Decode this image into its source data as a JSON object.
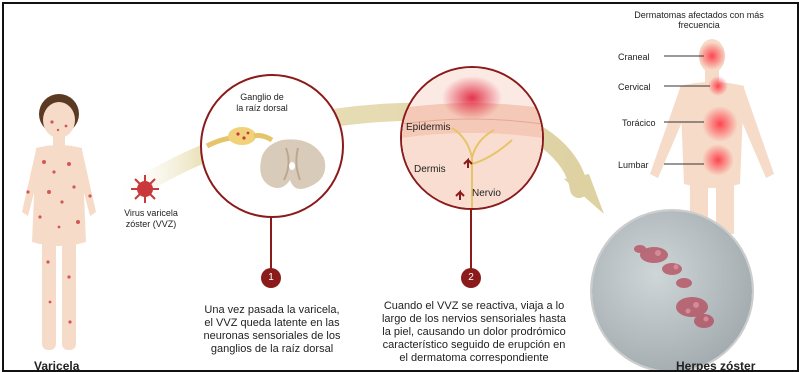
{
  "labels": {
    "ganglion": "Ganglio de\nla raíz dorsal",
    "virus": "Virus varicela\nzóster (VVZ)",
    "epidermis": "Epidermis",
    "dermis": "Dermis",
    "nerve": "Nervio",
    "dermatome_title": "Dermatomas afectados con más\nfrecuencia",
    "cranial": "Craneal",
    "cervical": "Cervical",
    "thoracic": "Torácico",
    "lumbar": "Lumbar",
    "varicela_title": "Varicela",
    "herpes_title": "Herpes zóster"
  },
  "steps": [
    {
      "number": "1",
      "text": "Una vez pasada la varicela,\nel VVZ queda latente en las\nneuronas sensoriales de los\nganglios de la raíz dorsal"
    },
    {
      "number": "2",
      "text": "Cuando el VVZ se reactiva, viaja a lo\nlargo de los nervios sensoriales hasta\nla piel, causando un dolor prodrómico\ncaracterístico seguido de erupción en\nel dermatoma correspondiente"
    }
  ],
  "colors": {
    "accent_red": "#8b1a1a",
    "arrow_tan": "#e5dcb4",
    "skin": "#f6dcc8",
    "rash": "#c9383a"
  },
  "icons": [
    "child-figure",
    "virus-icon",
    "ganglion-illustration",
    "spinal-cord-icon",
    "skin-layers-illustration",
    "adult-figure",
    "rash-photo"
  ]
}
